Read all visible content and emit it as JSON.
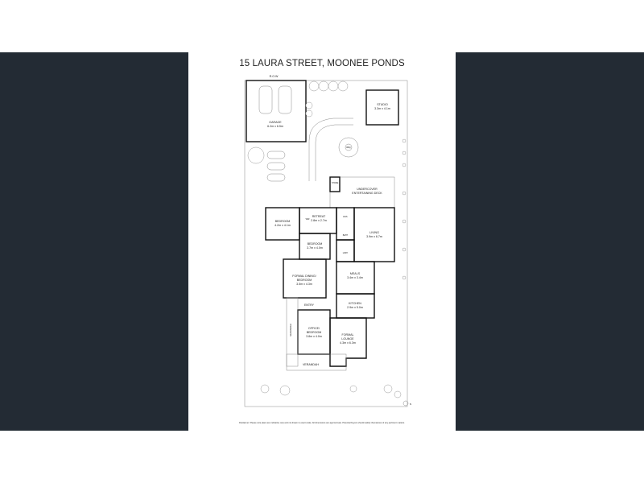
{
  "title": "15 LAURA STREET, MOONEE PONDS",
  "row_label": "R.O.W",
  "rooms": {
    "garage": {
      "name": "GARAGE",
      "size": "6.2m x 6.5m"
    },
    "studio": {
      "name": "STUDIO",
      "size": "3.3m x 4.1m"
    },
    "bbq": {
      "name": "BBQ"
    },
    "deck": {
      "name": "UNDERCOVER",
      "name2": "ENTERTAINING DECK"
    },
    "store": {
      "name": "STORE"
    },
    "bedroom1": {
      "name": "BEDROOM",
      "size": "4.2m x 4.1m"
    },
    "wir": {
      "name": "WIR"
    },
    "retreat": {
      "name": "RETREAT",
      "size": "2.8m x 2.7m"
    },
    "ens": {
      "name": "ENS"
    },
    "bath": {
      "name": "BATH"
    },
    "living": {
      "name": "LIVING",
      "size": "3.9m x 6.7m"
    },
    "bedroom2": {
      "name": "BEDROOM",
      "size": "3.7m x 4.0m"
    },
    "ldry": {
      "name": "LDRY"
    },
    "dining": {
      "name": "FORMAL DINING/",
      "name2": "BEDROOM",
      "size": "3.5m x 4.3m"
    },
    "meals": {
      "name": "MEALS",
      "size": "3.4m x 3.4m"
    },
    "kitchen": {
      "name": "KITCHEN",
      "size": "2.9m x 5.0m"
    },
    "entry": {
      "name": "ENTRY"
    },
    "office": {
      "name": "OFFICE/",
      "name2": "BEDROOM",
      "size": "3.8m x 4.0m"
    },
    "lounge": {
      "name": "FORMAL",
      "name2": "LOUNGE",
      "size": "4.3m x 6.3m"
    },
    "verandah_side": {
      "name": "VERANDAH"
    },
    "verandah_front": {
      "name": "VERANDAH"
    }
  },
  "compass": "N",
  "disclaimer": "Disclaimer: Please note plans are indicative only and not drawn to exact scale. All dimensions are approximate. Potential buyers should satisfy themselves of any pertinent matters.",
  "colors": {
    "background": "#232b34",
    "sheet": "#ffffff"
  }
}
